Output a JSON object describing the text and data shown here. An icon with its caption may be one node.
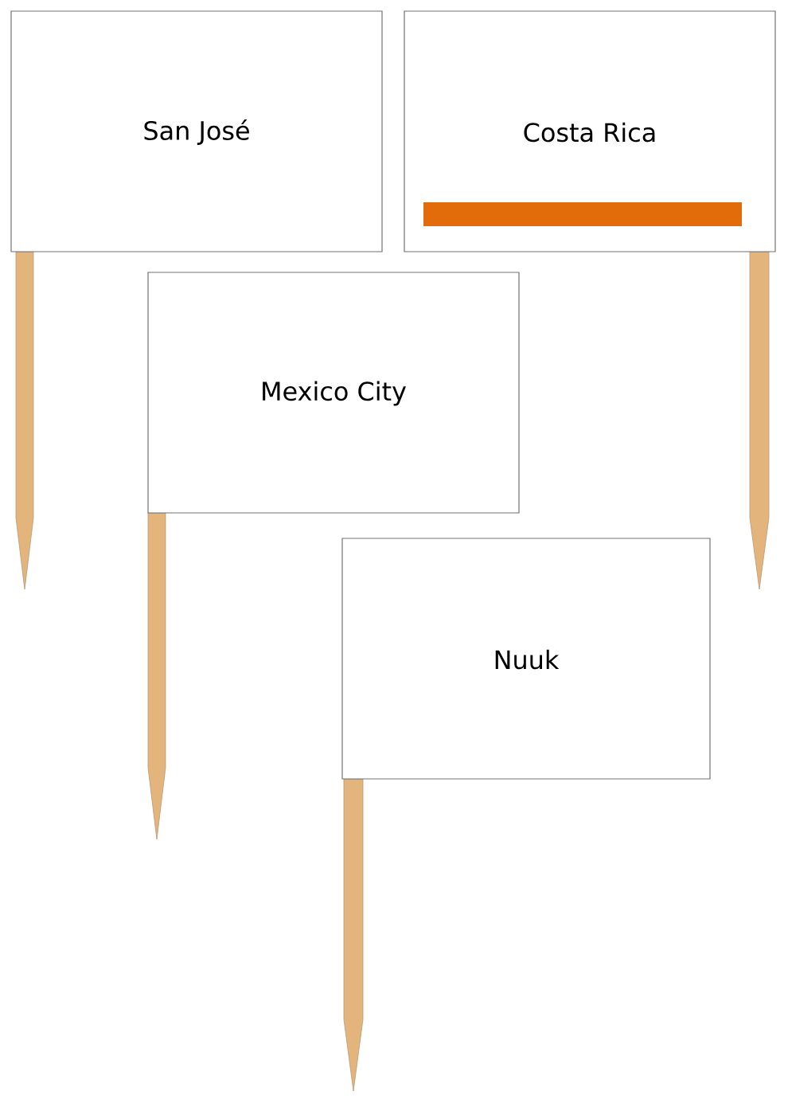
{
  "diagram": {
    "nodes": [
      {
        "text": [
          "San José"
        ]
      },
      {
        "text": [
          "Costa Rica"
        ]
      },
      {
        "text": [
          "Mexico City"
        ]
      },
      {
        "text": [
          "Nuuk"
        ]
      }
    ]
  }
}
